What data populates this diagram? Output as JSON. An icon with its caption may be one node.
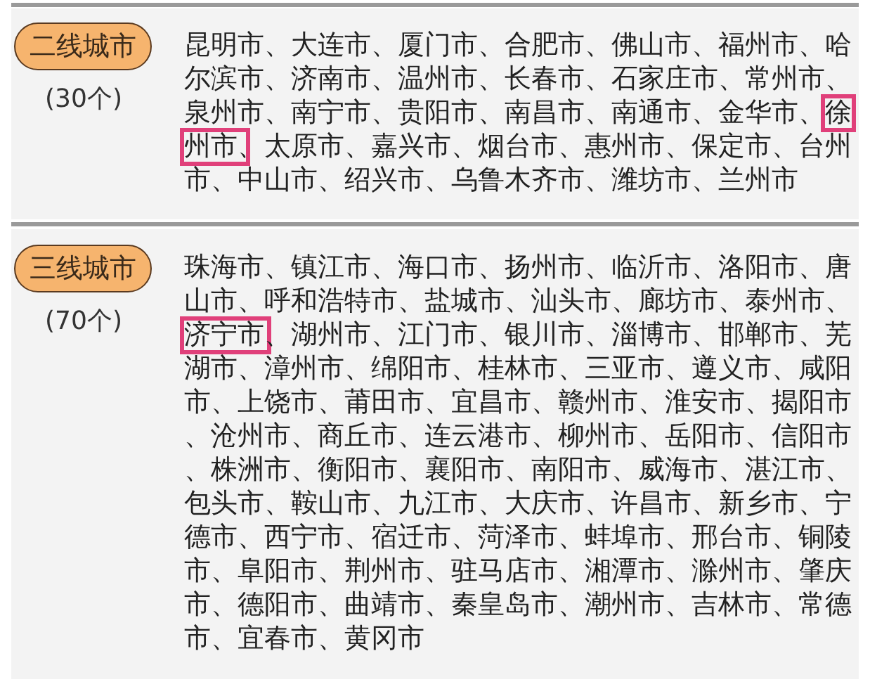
{
  "diagram": {
    "nodes": [
      {
        "text": [
          "二线城市"
        ],
        "beside": [
          "(30个)"
        ]
      },
      {
        "text": [
          "三线城市"
        ],
        "beside": [
          "(70个)"
        ]
      }
    ],
    "labels": [
      "昆明市、大连市、厦门市、合肥市、佛山市、福州市、哈尔滨市、济南市、温州市、长春市、石家庄市、常州市、泉州市、南宁市、贵阳市、南昌市、南通市、金华市、徐州市、太原市、嘉兴市、烟台市、惠州市、保定市、台州市、中山市、绍兴市、乌鲁木齐市、潍坊市、兰州市",
      "珠海市、镇江市、海口市、扬州市、临沂市、洛阳市、唐山市、呼和浩特市、盐城市、汕头市、廊坊市、泰州市、济宁市、湖州市、江门市、银川市、淄博市、邯郸市、芜湖市、漳州市、绵阳市、桂林市、三亚市、遵义市、咸阳市、上饶市、莆田市、宜昌市、赣州市、淮安市、揭阳市、沧州市、商丘市、连云港市、柳州市、岳阳市、信阳市、株洲市、衡阳市、襄阳市、南阳市、威海市、湛江市、包头市、鞍山市、九江市、大庆市、许昌市、新乡市、宁德市、西宁市、宿迁市、菏泽市、蚌埠市、邢台市、铜陵市、阜阳市、荆州市、驻马店市、湘潭市、滁州市、肇庆市、德阳市、曲靖市、秦皇岛市、潮州市、吉林市、常德市、宜春市、黄冈市"
    ]
  }
}
